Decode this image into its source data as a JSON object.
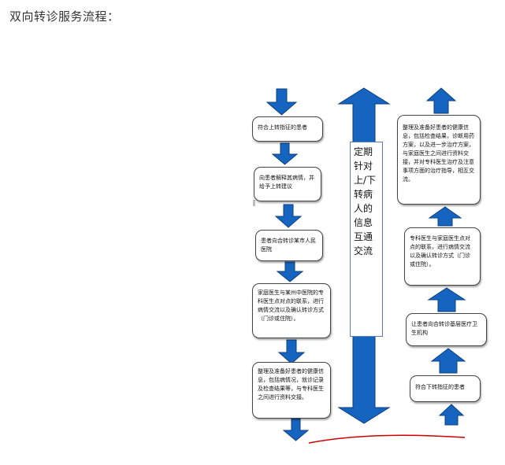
{
  "page": {
    "title": "双向转诊服务流程："
  },
  "colors": {
    "arrow_fill": "#1565c0",
    "arrow_stroke": "#0d3f80",
    "curve": "#cc0000",
    "box_border": "#444444"
  },
  "left_flow": [
    "符合上转指征的患者",
    "向患者解释其病情，并给予上转建议",
    "患者向合转诊某市人民医院",
    "家庭医生与某州中医院的专科医生点对点的联系，进行病情交流以及确认转诊方式（门诊或住院）。",
    "整理及准备好患者的健康信息，包括病情况，就诊记录及检查结果等，与专科医生之间进行资料交接。"
  ],
  "middle_text": "定期针对上/下转病人的信息互通交流",
  "right_flow": [
    "整理及准备好患者的健康信息，包括检查结果，诊断用药方案，以及进一步治疗方案，与家庭医生之间进行资料交接，并对专科医生治疗及注意事项方面的治疗指导，相互交流。",
    "专科医生与家庭医生点对点的联系，进行病情交流以及确认转诊方式（门诊或住院）。",
    "让患者向合转诊基层医疗卫生机构",
    "符合下转指征的患者"
  ]
}
